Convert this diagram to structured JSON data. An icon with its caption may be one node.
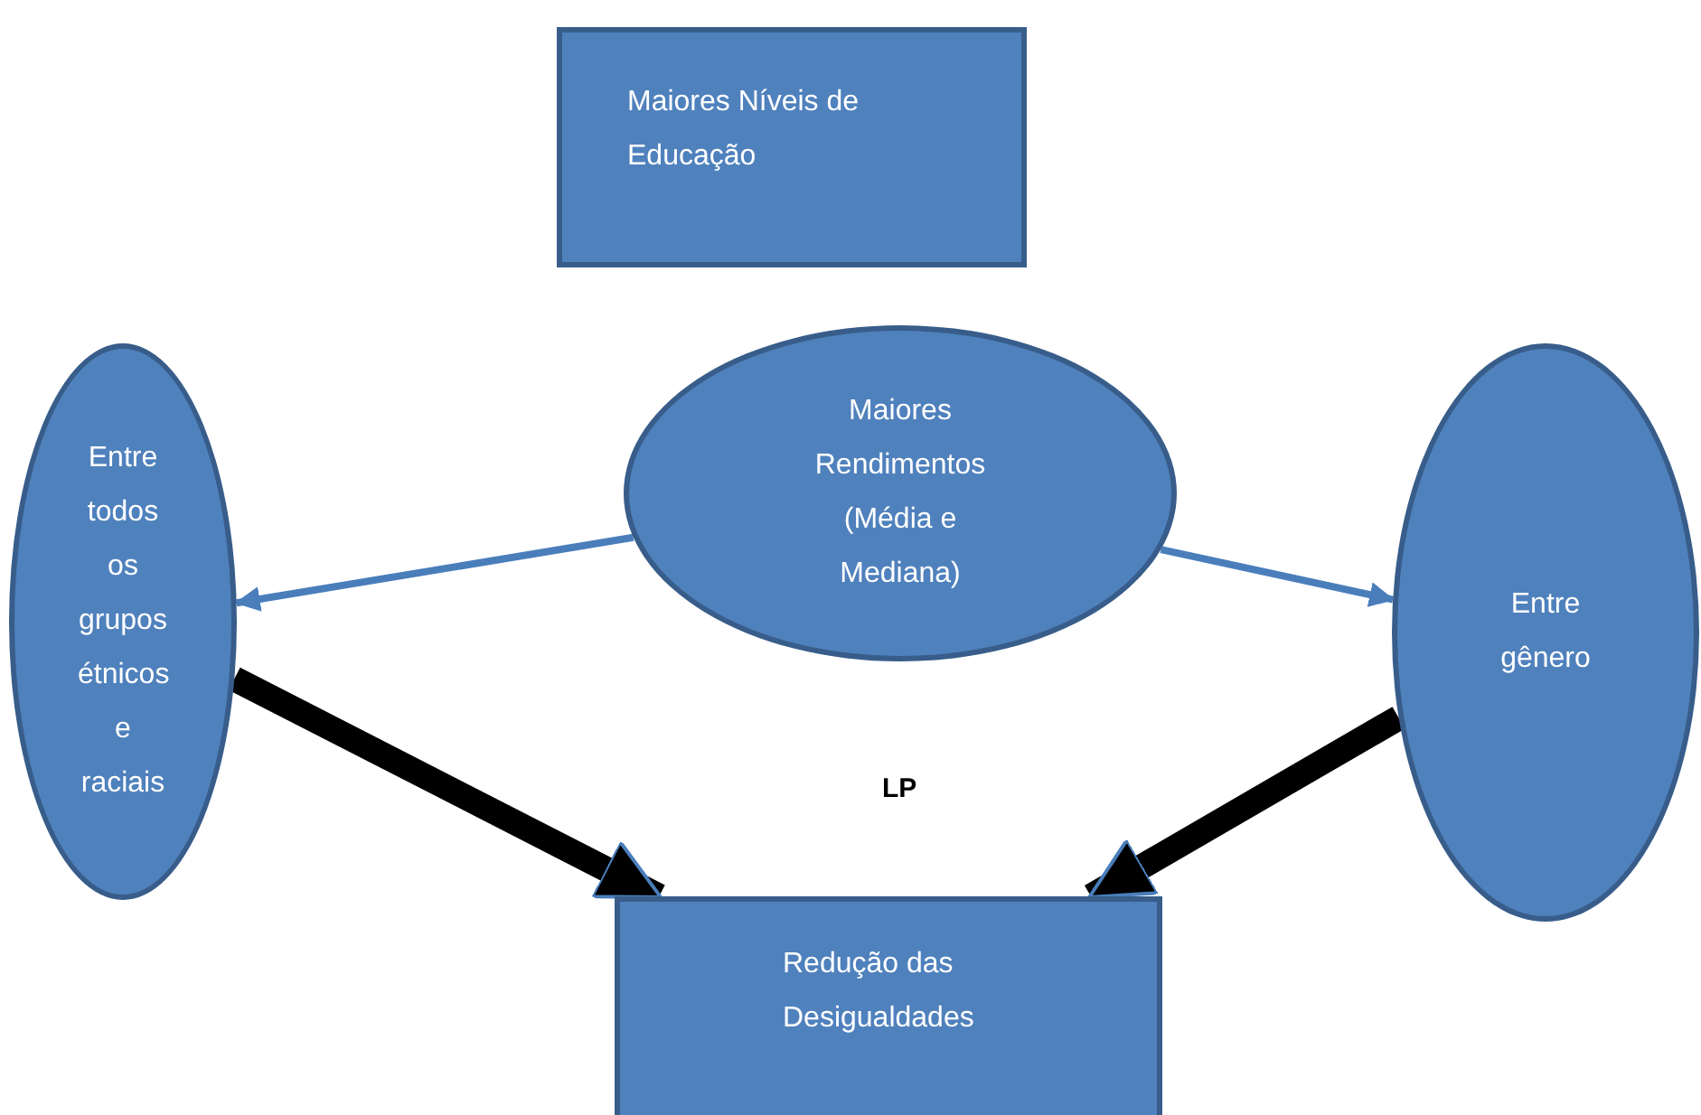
{
  "diagram": {
    "nodes": [
      {
        "text": [
          "Maiores Níveis de Educação"
        ]
      },
      {
        "text": [
          "Maiores Rendimentos (Média e Mediana)"
        ]
      },
      {
        "text": [
          "Entre todos os grupos étnicos e raciais"
        ]
      },
      {
        "text": [
          "Entre gênero"
        ]
      },
      {
        "text": [
          "Redução das Desigualdades"
        ]
      }
    ],
    "edges": [
      {
        "from": 1,
        "to": 2,
        "arrow": "to"
      },
      {
        "from": 1,
        "to": 3,
        "arrow": "to"
      },
      {
        "from": 2,
        "to": 4,
        "arrow": "to",
        "style": "thick",
        "color": "#000000"
      },
      {
        "from": 3,
        "to": 4,
        "arrow": "to",
        "style": "thick",
        "color": "#000000"
      }
    ],
    "labels": [
      "LP"
    ]
  }
}
